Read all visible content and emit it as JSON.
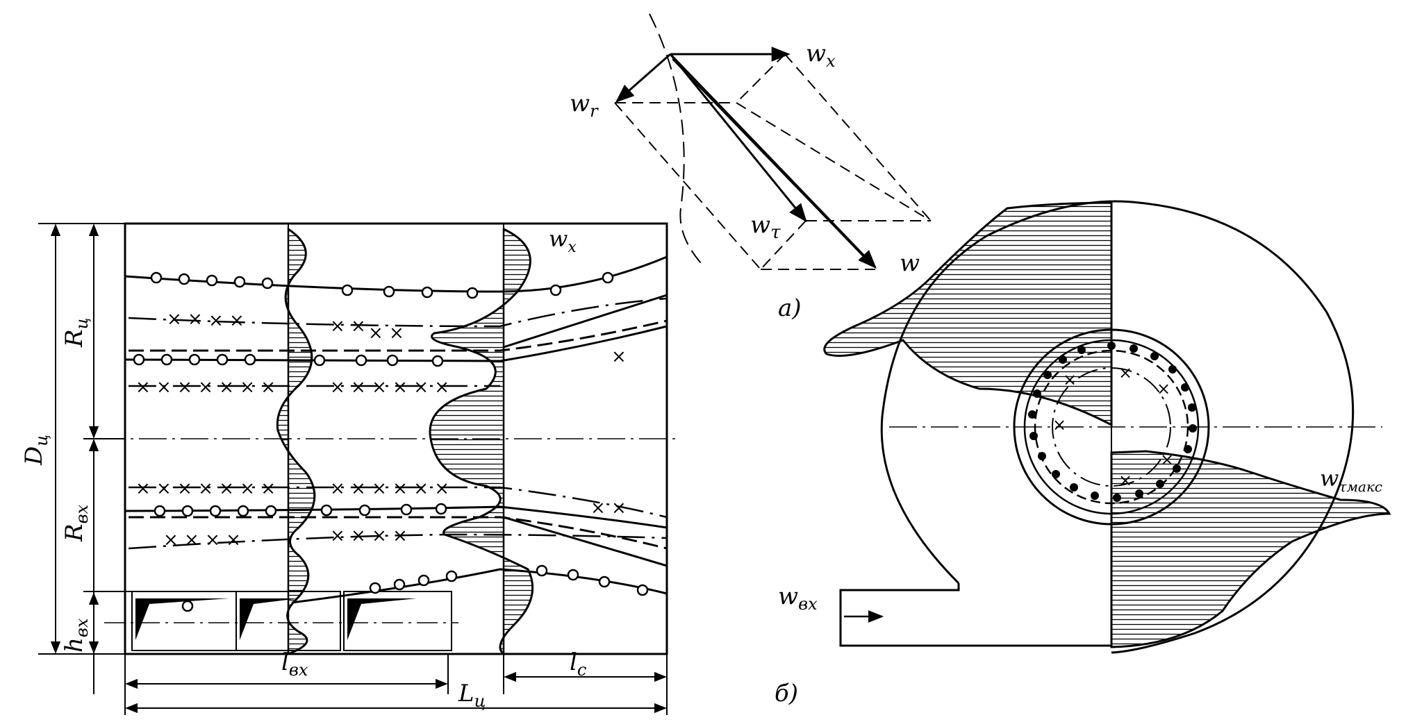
{
  "labels": {
    "vector_x": "w",
    "vector_x_sub": "x",
    "vector_r": "w",
    "vector_r_sub": "r",
    "vector_tau": "w",
    "vector_tau_sub": "τ",
    "vector_w": "w",
    "panel_a": "а)",
    "profile_x": "w",
    "profile_x_sub": "x",
    "dim_D": "D",
    "dim_D_sub": "ц",
    "dim_R": "R",
    "dim_R_sub": "ц",
    "dim_Rin": "R",
    "dim_Rin_sub": "вх",
    "dim_hin": "h",
    "dim_hin_sub": "вх",
    "dim_lin": "l",
    "dim_lin_sub": "вх",
    "dim_L": "L",
    "dim_L_sub": "ц",
    "dim_lc": "l",
    "dim_lc_sub": "c",
    "w_in": "w",
    "w_in_sub": "вх",
    "w_max": "w",
    "w_max_sub": "τмакс",
    "panel_b": "б)"
  },
  "colors": {
    "ink": "#000000",
    "paper": "#ffffff"
  }
}
